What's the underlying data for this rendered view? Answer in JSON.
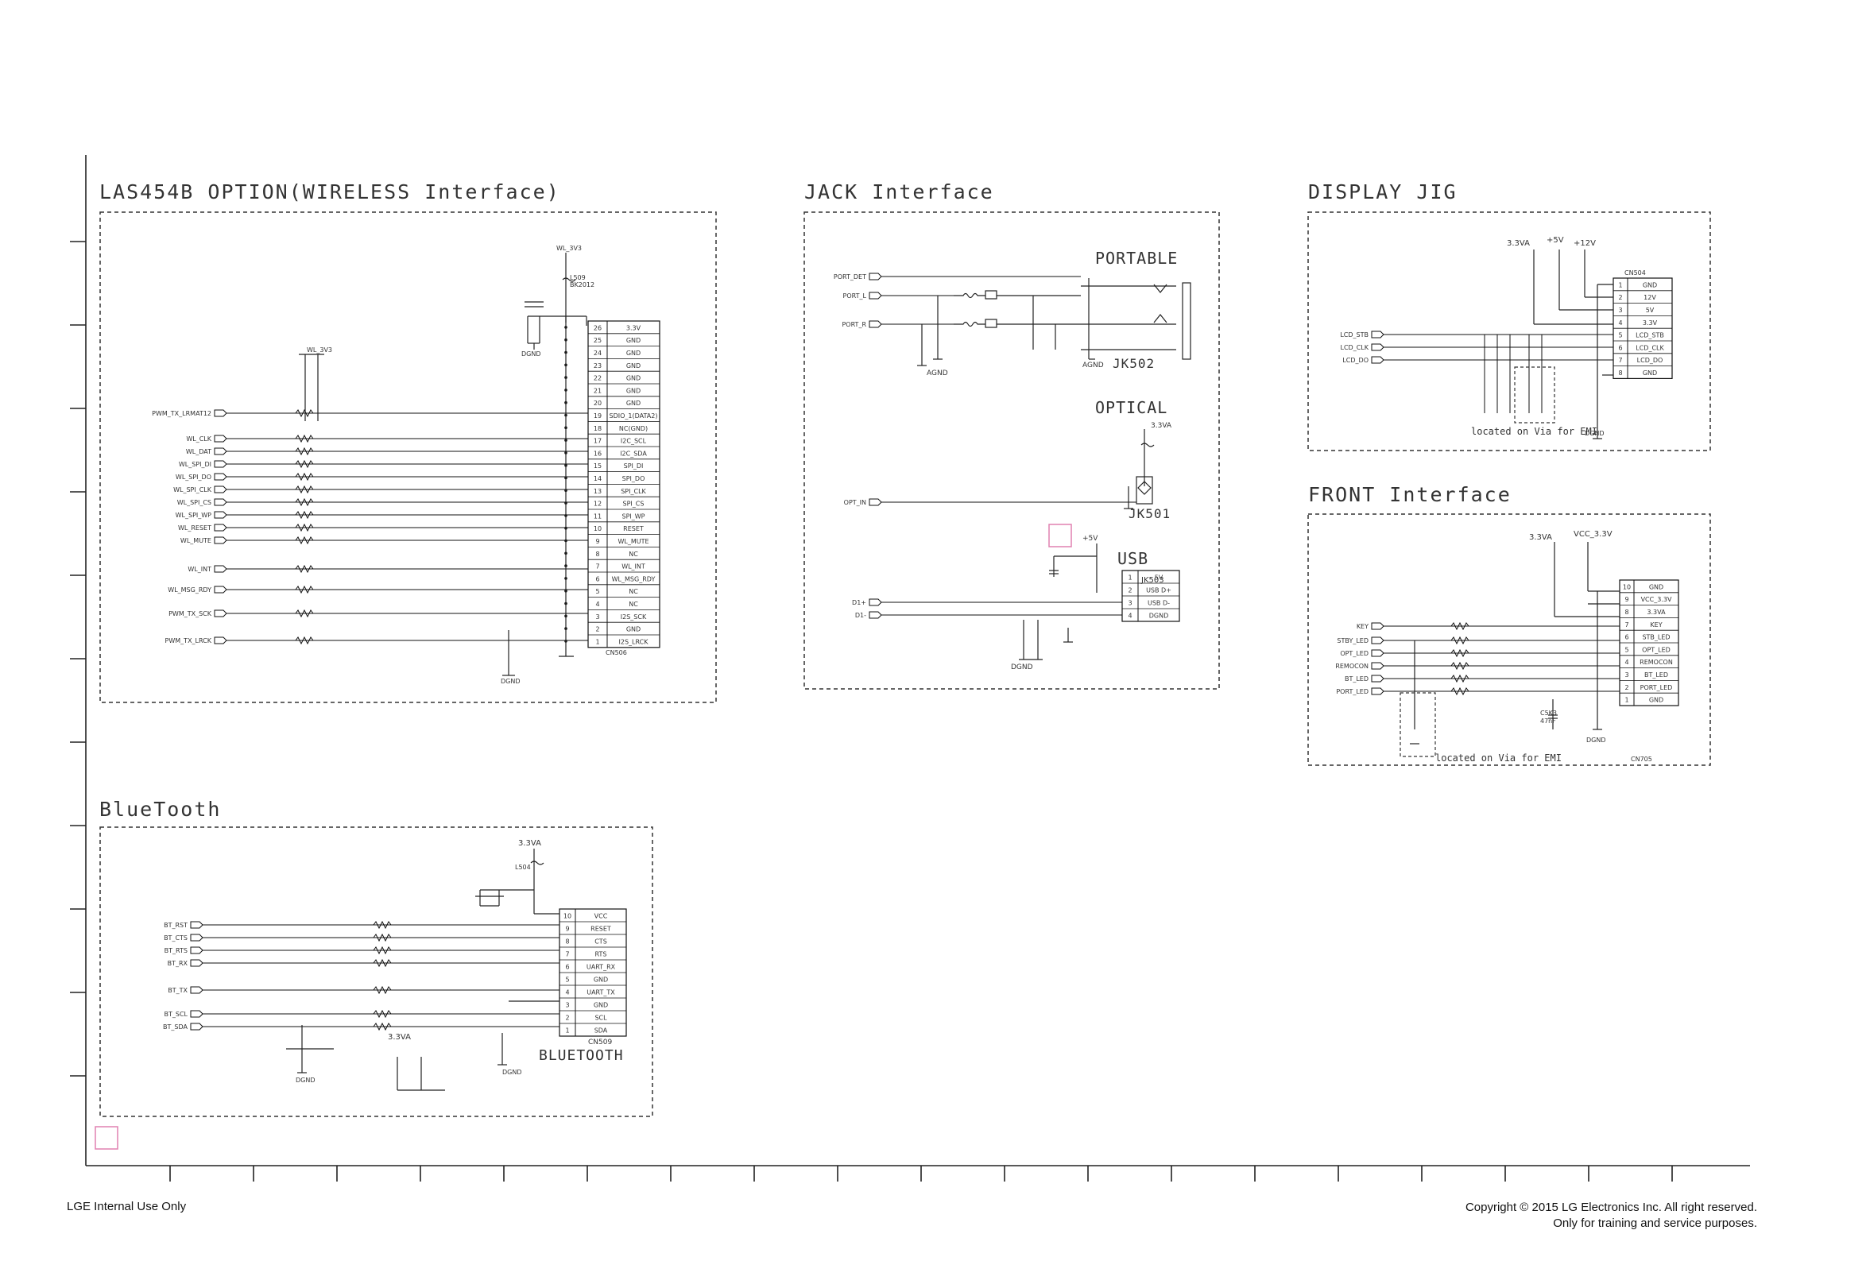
{
  "colors": {
    "ink": "#111111",
    "line": "#222222",
    "dim": "#444444",
    "marker": "#e080b0"
  },
  "sections": {
    "wireless_title": "LAS454B OPTION(WIRELESS Interface)",
    "jack_title": "JACK Interface",
    "display_title": "DISPLAY JIG",
    "front_title": "FRONT Interface",
    "bluetooth_title": "BlueTooth"
  },
  "wireless": {
    "power": "WL_3V3",
    "power2": "WL_3V3",
    "connector": "CN506",
    "l_part": "L509",
    "l_value": "BK2012",
    "gnd": "DGND",
    "inputs": [
      "PWM_TX_LRMAT12",
      "WL_CLK",
      "WL_DAT",
      "WL_SPI_DI",
      "WL_SPI_DO",
      "WL_SPI_CLK",
      "WL_SPI_CS",
      "WL_SPI_WP",
      "WL_RESET",
      "WL_MUTE",
      "WL_INT",
      "WL_MSG_RDY",
      "PWM_TX_SCK",
      "PWM_TX_LRCK"
    ],
    "pins": [
      {
        "num": "26",
        "name": "3.3V"
      },
      {
        "num": "25",
        "name": "GND"
      },
      {
        "num": "24",
        "name": "GND"
      },
      {
        "num": "23",
        "name": "GND"
      },
      {
        "num": "22",
        "name": "GND"
      },
      {
        "num": "21",
        "name": "GND"
      },
      {
        "num": "20",
        "name": "GND"
      },
      {
        "num": "19",
        "name": "SDIO_1(DATA2)"
      },
      {
        "num": "18",
        "name": "NC(GND)"
      },
      {
        "num": "17",
        "name": "I2C_SCL"
      },
      {
        "num": "16",
        "name": "I2C_SDA"
      },
      {
        "num": "15",
        "name": "SPI_DI"
      },
      {
        "num": "14",
        "name": "SPI_DO"
      },
      {
        "num": "13",
        "name": "SPI_CLK"
      },
      {
        "num": "12",
        "name": "SPI_CS"
      },
      {
        "num": "11",
        "name": "SPI_WP"
      },
      {
        "num": "10",
        "name": "RESET"
      },
      {
        "num": "9",
        "name": "WL_MUTE"
      },
      {
        "num": "8",
        "name": "NC"
      },
      {
        "num": "7",
        "name": "WL_INT"
      },
      {
        "num": "6",
        "name": "WL_MSG_RDY"
      },
      {
        "num": "5",
        "name": "NC"
      },
      {
        "num": "4",
        "name": "NC"
      },
      {
        "num": "3",
        "name": "I2S_SCK"
      },
      {
        "num": "2",
        "name": "GND"
      },
      {
        "num": "1",
        "name": "I2S_LRCK"
      }
    ]
  },
  "jack": {
    "portable": "PORTABLE",
    "jk502": "JK502",
    "optical": "OPTICAL",
    "jk501": "JK501",
    "usb": "USB",
    "jk503": "JK503",
    "pwr_33": "3.3VA",
    "pwr_5": "+5V",
    "agnd": "AGND",
    "dgnd": "DGND",
    "inputs": [
      "PORT_DET",
      "PORT_L",
      "PORT_R"
    ],
    "opt_in": "OPT_IN",
    "usb_in": [
      "D1+",
      "D1-"
    ],
    "usb_pins": [
      {
        "num": "1",
        "name": "5V"
      },
      {
        "num": "2",
        "name": "USB D+"
      },
      {
        "num": "3",
        "name": "USB D-"
      },
      {
        "num": "4",
        "name": "DGND"
      }
    ]
  },
  "display": {
    "rails": [
      "3.3VA",
      "+5V",
      "+12V"
    ],
    "connector": "CN504",
    "inputs": [
      "LCD_STB",
      "LCD_CLK",
      "LCD_DO"
    ],
    "pins": [
      {
        "num": "1",
        "name": "GND"
      },
      {
        "num": "2",
        "name": "12V"
      },
      {
        "num": "3",
        "name": "5V"
      },
      {
        "num": "4",
        "name": "3.3V"
      },
      {
        "num": "5",
        "name": "LCD_STB"
      },
      {
        "num": "6",
        "name": "LCD_CLK"
      },
      {
        "num": "7",
        "name": "LCD_DO"
      },
      {
        "num": "8",
        "name": "GND"
      }
    ],
    "note": "located on Via for EMI",
    "gnd": "DGND"
  },
  "front": {
    "rails": [
      "3.3VA",
      "VCC_3.3V"
    ],
    "connector": "CN705",
    "inputs": [
      "KEY",
      "STBY_LED",
      "OPT_LED",
      "REMOCON",
      "BT_LED",
      "PORT_LED"
    ],
    "pins": [
      {
        "num": "10",
        "name": "GND"
      },
      {
        "num": "9",
        "name": "VCC_3.3V"
      },
      {
        "num": "8",
        "name": "3.3VA"
      },
      {
        "num": "7",
        "name": "KEY"
      },
      {
        "num": "6",
        "name": "STB_LED"
      },
      {
        "num": "5",
        "name": "OPT_LED"
      },
      {
        "num": "4",
        "name": "REMOCON"
      },
      {
        "num": "3",
        "name": "BT_LED"
      },
      {
        "num": "2",
        "name": "PORT_LED"
      },
      {
        "num": "1",
        "name": "GND"
      }
    ],
    "note": "located on Via for EMI",
    "cap": "C5K3",
    "cap_val": "47nF",
    "gnd": "DGND"
  },
  "bluetooth": {
    "power": "3.3VA",
    "power2": "3.3VA",
    "connector": "CN509",
    "label": "BLUETOOTH",
    "l_part": "L504",
    "gnd": "DGND",
    "inputs": [
      "BT_RST",
      "BT_CTS",
      "BT_RTS",
      "BT_RX",
      "BT_TX",
      "BT_SCL",
      "BT_SDA"
    ],
    "pins": [
      {
        "num": "10",
        "name": "VCC"
      },
      {
        "num": "9",
        "name": "RESET"
      },
      {
        "num": "8",
        "name": "CTS"
      },
      {
        "num": "7",
        "name": "RTS"
      },
      {
        "num": "6",
        "name": "UART_RX"
      },
      {
        "num": "5",
        "name": "GND"
      },
      {
        "num": "4",
        "name": "UART_TX"
      },
      {
        "num": "3",
        "name": "GND"
      },
      {
        "num": "2",
        "name": "SCL"
      },
      {
        "num": "1",
        "name": "SDA"
      }
    ]
  },
  "footer": {
    "left": "LGE Internal Use Only",
    "right_line1": "Copyright © 2015 LG Electronics Inc. All right reserved.",
    "right_line2": "Only for training and service purposes."
  }
}
